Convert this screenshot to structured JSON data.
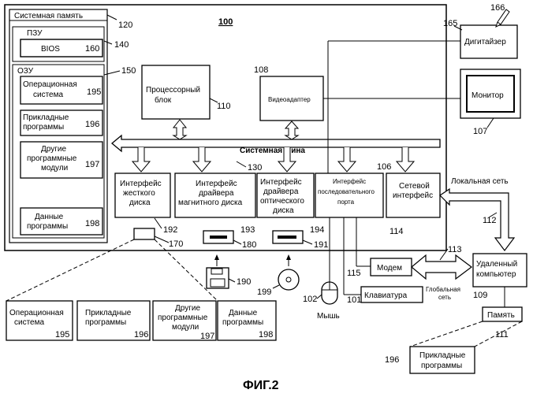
{
  "figure": {
    "caption": "ФИГ.2",
    "system_ref": "100"
  },
  "system_memory": {
    "title": "Системная память",
    "ref": "120"
  },
  "rom": {
    "title": "ПЗУ",
    "ref": "140",
    "bios_label": "BIOS",
    "bios_ref": "160"
  },
  "ram": {
    "title": "ОЗУ",
    "ref": "150",
    "os": {
      "line1": "Операционная",
      "line2": "система",
      "ref": "195"
    },
    "apps": {
      "line1": "Прикладные",
      "line2": "программы",
      "ref": "196"
    },
    "modules": {
      "line1": "Другие",
      "line2": "программные",
      "line3": "модули",
      "ref": "197"
    },
    "data": {
      "line1": "Данные",
      "line2": "программы",
      "ref": "198"
    }
  },
  "cpu": {
    "line1": "Процессорный",
    "line2": "блок",
    "ref": "110"
  },
  "video": {
    "label": "Видеоадаптер",
    "ref": "108"
  },
  "bus": {
    "label": "Системная шина",
    "ref": "130"
  },
  "hdd_if": {
    "line1": "Интерфейс",
    "line2": "жесткого",
    "line3": "диска",
    "ref": "192"
  },
  "mag_if": {
    "line1": "Интерфейс",
    "line2": "драйвера",
    "line3": "магнитного диска",
    "ref": "193"
  },
  "opt_if": {
    "line1": "Интерфейс",
    "line2": "драйвера",
    "line3": "оптического",
    "line4": "диска",
    "ref": "194"
  },
  "serial_if": {
    "line1": "Интерфейс",
    "line2": "последовательного",
    "line3": "порта",
    "ref": "106"
  },
  "net_if": {
    "line1": "Сетевой",
    "line2": "интерфейс",
    "ref": "114"
  },
  "hdd": {
    "ref": "170"
  },
  "floppy_drive": {
    "ref": "180"
  },
  "optical_drive": {
    "ref": "191"
  },
  "floppy": {
    "ref": "190"
  },
  "cd": {
    "ref": "199"
  },
  "mouse": {
    "label": "Мышь",
    "ref": "102"
  },
  "keyboard": {
    "label": "Клавиатура",
    "ref": "101"
  },
  "modem": {
    "label": "Модем",
    "ref": "115"
  },
  "digitizer": {
    "label": "Дигитайзер",
    "ref": "165",
    "pen_ref": "166"
  },
  "monitor": {
    "label": "Монитор",
    "ref": "107"
  },
  "lan": {
    "label": "Локальная сеть",
    "ref": "112"
  },
  "wan": {
    "line1": "Глобальная",
    "line2": "сеть",
    "ref": "113"
  },
  "remote": {
    "line1": "Удаленный",
    "line2": "компьютер",
    "ref": "109"
  },
  "remote_mem": {
    "label": "Память",
    "ref": "111"
  },
  "remote_apps": {
    "line1": "Прикладные",
    "line2": "программы",
    "ref": "196"
  },
  "hdd_content": {
    "os": {
      "line1": "Операционная",
      "line2": "система",
      "ref": "195"
    },
    "apps": {
      "line1": "Прикладные",
      "line2": "программы",
      "ref": "196"
    },
    "modules": {
      "line1": "Другие",
      "line2": "программные",
      "line3": "модули",
      "ref": "197"
    },
    "data": {
      "line1": "Данные",
      "line2": "программы",
      "ref": "198"
    }
  }
}
